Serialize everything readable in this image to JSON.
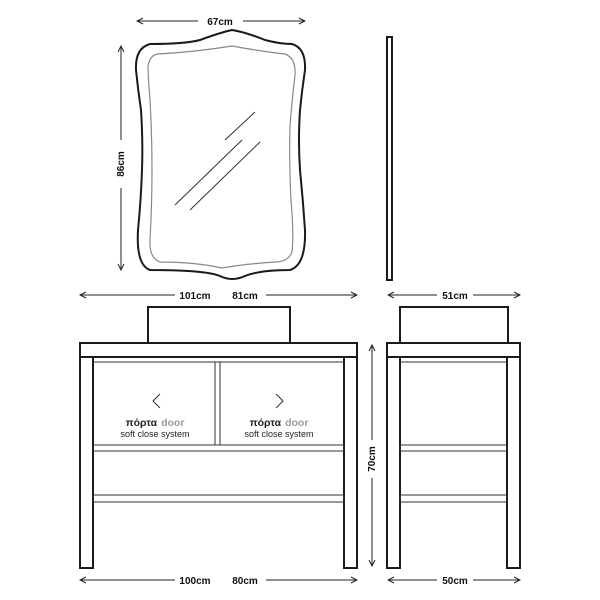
{
  "mirror": {
    "width_label": "67cm",
    "height_label": "86cm"
  },
  "cabinet": {
    "top_width_outer": "101cm",
    "top_width_inner": "81cm",
    "depth_top": "51cm",
    "height_label": "70cm",
    "bottom_width_outer": "100cm",
    "bottom_width_inner": "80cm",
    "depth_bottom": "50cm"
  },
  "doors": [
    {
      "arrow": "chevron-left",
      "greek": "πόρτα",
      "english": "door",
      "subtitle": "soft close system"
    },
    {
      "arrow": "chevron-right",
      "greek": "πόρτα",
      "english": "door",
      "subtitle": "soft close system"
    }
  ]
}
